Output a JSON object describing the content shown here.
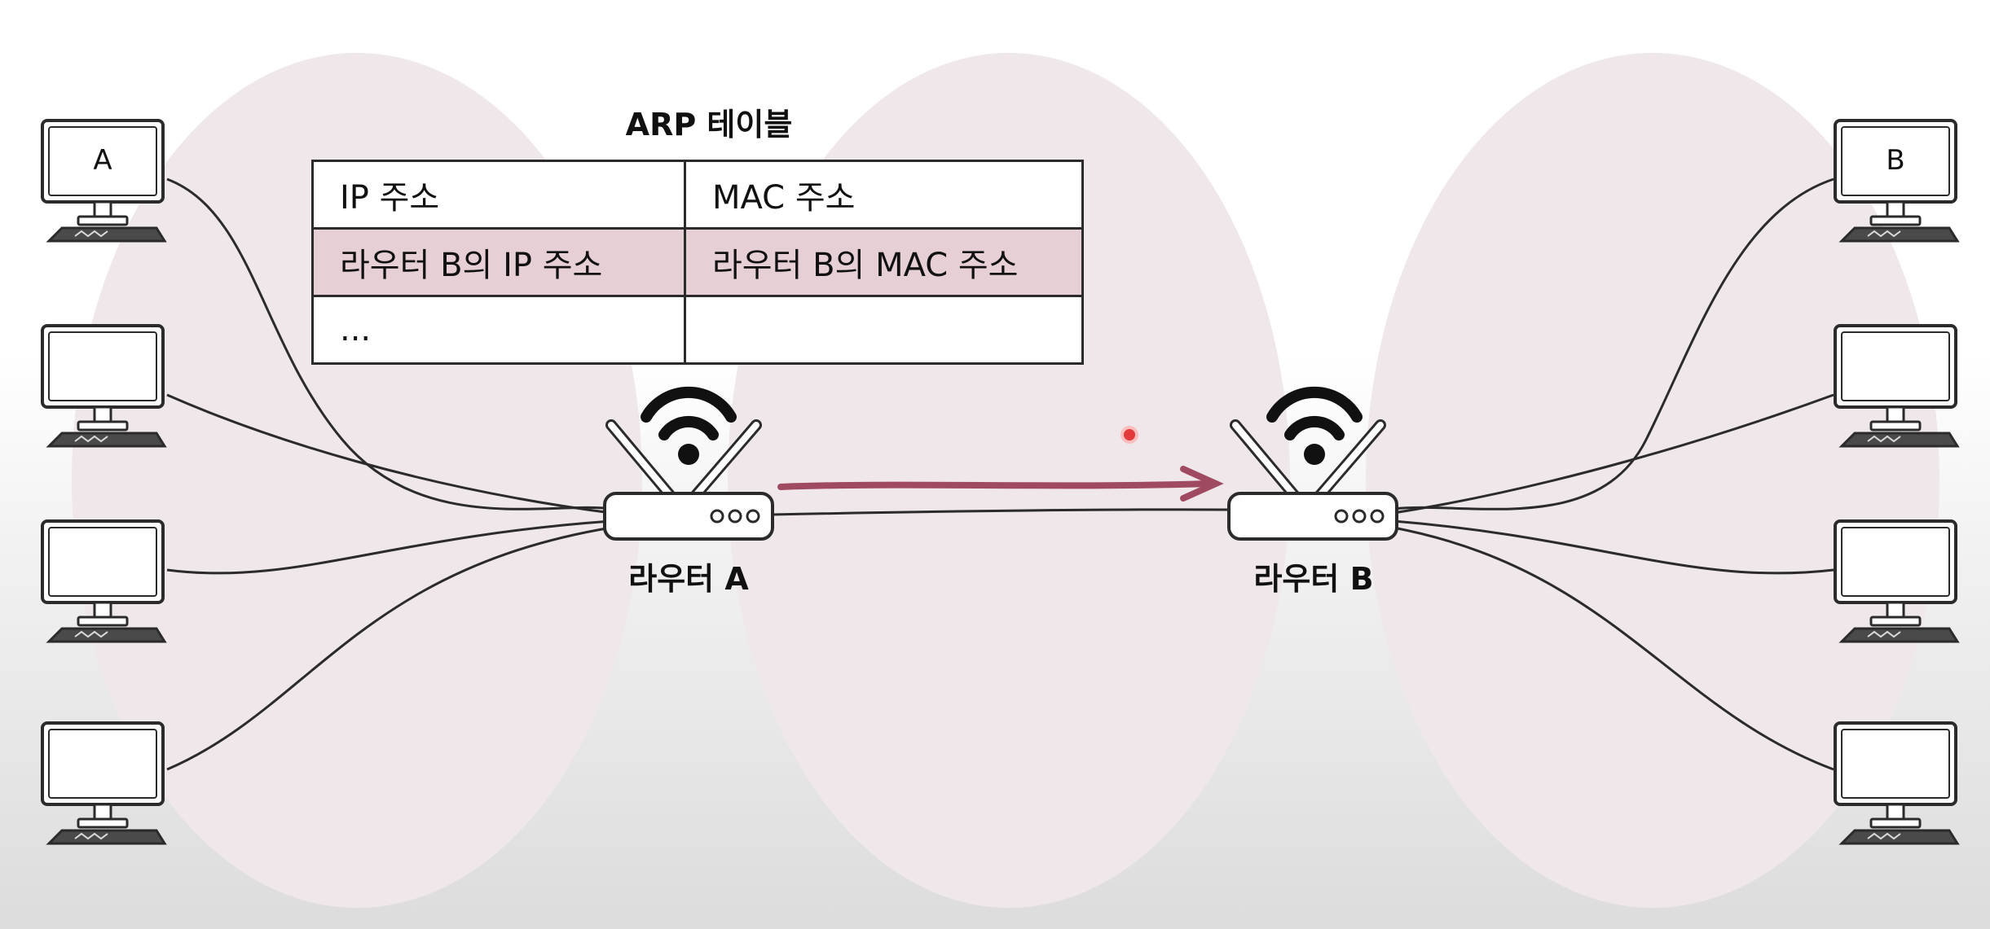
{
  "table": {
    "title": "ARP 테이블",
    "header": {
      "ip": "IP 주소",
      "mac": "MAC 주소"
    },
    "rows": [
      {
        "ip": "라우터 B의 IP 주소",
        "mac": "라우터 B의 MAC 주소"
      },
      {
        "ip": "...",
        "mac": ""
      }
    ]
  },
  "routers": {
    "a_label": "라우터 A",
    "b_label": "라우터 B"
  },
  "hosts": {
    "a_label": "A",
    "b_label": "B"
  },
  "colors": {
    "network_region": "#efe7e9",
    "highlight_row": "#e6cfd5",
    "arrow": "#a04a62",
    "pointer_dot": "#e23a3a"
  },
  "icons": [
    "desktop-computer-icon",
    "wifi-router-icon",
    "wifi-signal-icon",
    "arrow-icon"
  ]
}
